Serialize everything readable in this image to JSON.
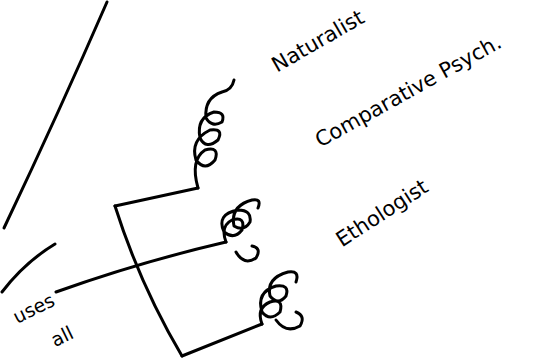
{
  "diagram": {
    "labels": [
      "Naturalist",
      "Comparative Psych.",
      "Ethologist",
      "uses",
      "all"
    ]
  }
}
